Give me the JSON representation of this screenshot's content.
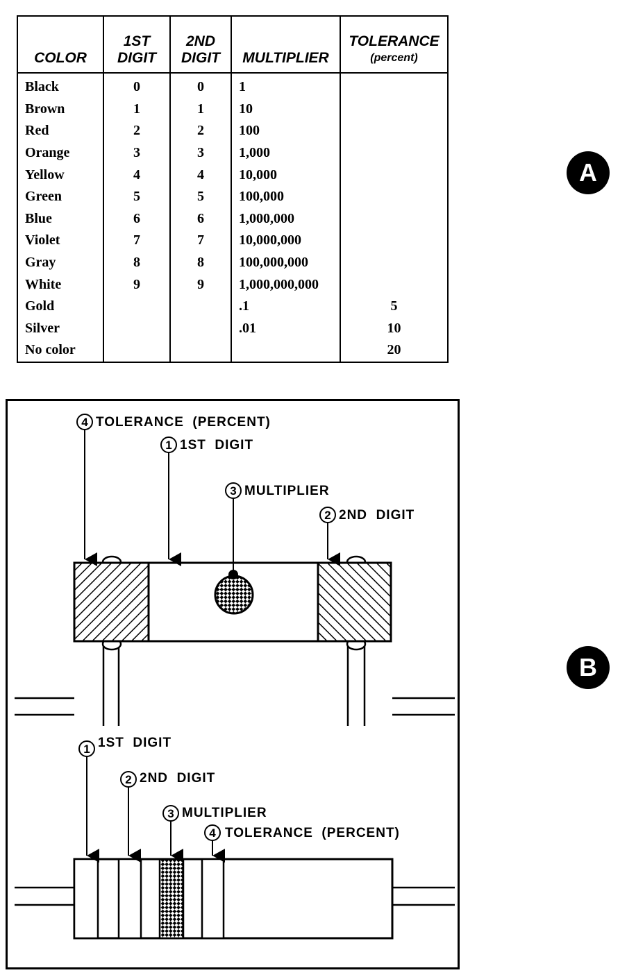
{
  "table": {
    "headers": [
      {
        "line1": "COLOR",
        "line2": ""
      },
      {
        "line1": "1ST",
        "line2": "DIGIT"
      },
      {
        "line1": "2ND",
        "line2": "DIGIT"
      },
      {
        "line1": "MULTIPLIER",
        "line2": ""
      },
      {
        "line1": "TOLERANCE",
        "line2": "(percent)"
      }
    ],
    "rows": [
      {
        "color": "Black",
        "d1": "0",
        "d2": "0",
        "mult": "1",
        "tol": ""
      },
      {
        "color": "Brown",
        "d1": "1",
        "d2": "1",
        "mult": "10",
        "tol": ""
      },
      {
        "color": "Red",
        "d1": "2",
        "d2": "2",
        "mult": "100",
        "tol": ""
      },
      {
        "color": "Orange",
        "d1": "3",
        "d2": "3",
        "mult": "1,000",
        "tol": ""
      },
      {
        "color": "Yellow",
        "d1": "4",
        "d2": "4",
        "mult": "10,000",
        "tol": ""
      },
      {
        "color": "Green",
        "d1": "5",
        "d2": "5",
        "mult": "100,000",
        "tol": ""
      },
      {
        "color": "Blue",
        "d1": "6",
        "d2": "6",
        "mult": "1,000,000",
        "tol": ""
      },
      {
        "color": "Violet",
        "d1": "7",
        "d2": "7",
        "mult": "10,000,000",
        "tol": ""
      },
      {
        "color": "Gray",
        "d1": "8",
        "d2": "8",
        "mult": "100,000,000",
        "tol": ""
      },
      {
        "color": "White",
        "d1": "9",
        "d2": "9",
        "mult": "1,000,000,000",
        "tol": ""
      },
      {
        "color": "Gold",
        "d1": "",
        "d2": "",
        "mult": ".1",
        "tol": "5"
      },
      {
        "color": "Silver",
        "d1": "",
        "d2": "",
        "mult": ".01",
        "tol": "10"
      },
      {
        "color": "No color",
        "d1": "",
        "d2": "",
        "mult": "",
        "tol": "20"
      }
    ]
  },
  "badges": {
    "a": "A",
    "b": "B"
  },
  "top_resistor": {
    "callouts": [
      {
        "num": "4",
        "text": "TOLERANCE  (PERCENT)"
      },
      {
        "num": "1",
        "text": "1ST  DIGIT"
      },
      {
        "num": "3",
        "text": "MULTIPLIER"
      },
      {
        "num": "2",
        "text": "2ND  DIGIT"
      }
    ]
  },
  "bottom_resistor": {
    "callouts": [
      {
        "num": "1",
        "text": "1ST  DIGIT"
      },
      {
        "num": "2",
        "text": "2ND  DIGIT"
      },
      {
        "num": "3",
        "text": "MULTIPLIER"
      },
      {
        "num": "4",
        "text": "TOLERANCE  (PERCENT)"
      }
    ]
  }
}
